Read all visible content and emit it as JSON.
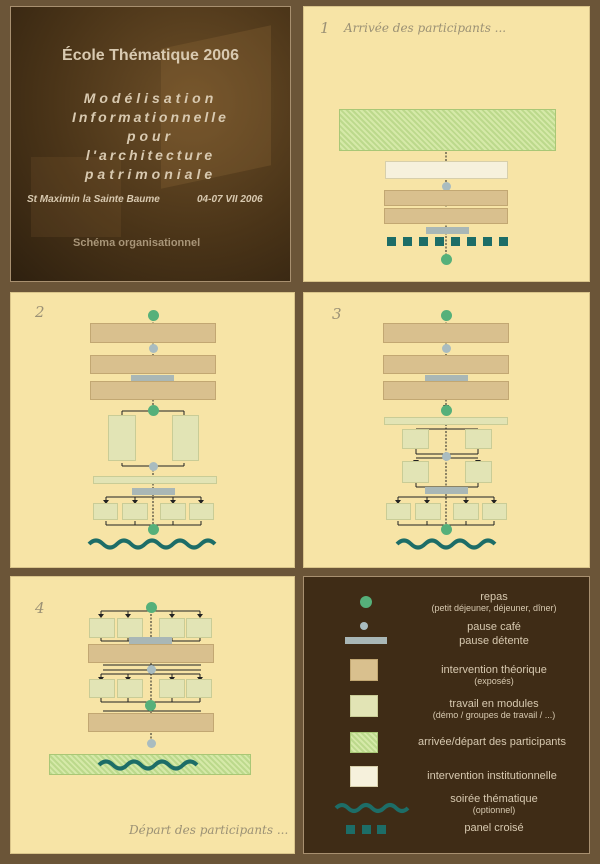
{
  "title_card": {
    "title": "École Thématique 2006",
    "subtitle_lines": [
      "Modélisation",
      "Informationnelle",
      "pour",
      "l'architecture",
      "patrimoniale"
    ],
    "place": "St Maximin la Sainte Baume",
    "dates": "04-07 VII 2006",
    "caption": "Schéma organisationnel"
  },
  "panels": {
    "p1": {
      "number": "1",
      "caption": "Arrivée des participants ..."
    },
    "p2": {
      "number": "2"
    },
    "p3": {
      "number": "3"
    },
    "p4": {
      "number": "4",
      "caption": "Départ des participants ..."
    }
  },
  "legend": {
    "items": [
      {
        "icon": "green-dot",
        "label": "repas",
        "note": "(petit déjeuner, déjeuner, dîner)"
      },
      {
        "icon": "blue-dot",
        "label": "pause café"
      },
      {
        "icon": "blue-bar",
        "label": "pause détente"
      },
      {
        "icon": "tan-box",
        "label": "intervention  théorique",
        "note": "(exposés)"
      },
      {
        "icon": "light-green-box",
        "label": "travail en modules",
        "note": "(démo / groupes de travail / ...)"
      },
      {
        "icon": "hatched-green-box",
        "label": "arrivée/départ des participants"
      },
      {
        "icon": "white-box",
        "label": "intervention institutionnelle"
      },
      {
        "icon": "teal-wave",
        "label": "soirée thématique",
        "note": "(optionnel)"
      },
      {
        "icon": "teal-squares",
        "label": "panel croisé"
      }
    ]
  },
  "colors": {
    "background": "#6b5538",
    "panel": "#f7e4a6",
    "legend_panel": "#3f2c16",
    "meal": "#56b07a",
    "pause": "#a9bcc0",
    "theory": "#d9c08e",
    "modules": "#e2e4b5",
    "teal": "#1d6d67"
  }
}
